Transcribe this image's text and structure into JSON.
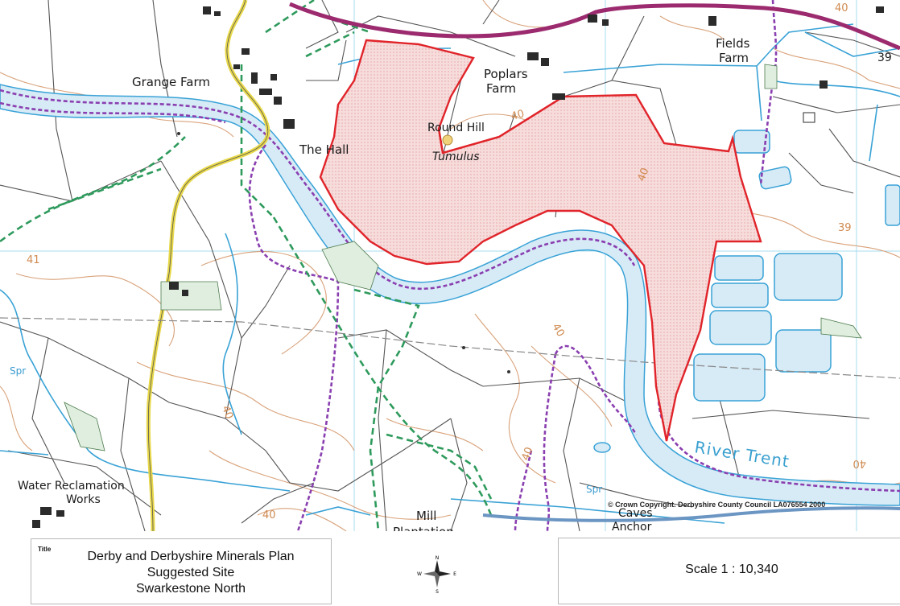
{
  "map": {
    "place_labels": {
      "grange_farm": "Grange Farm",
      "the_hall": "The Hall",
      "round_hill": "Round Hill",
      "tumulus": "Tumulus",
      "poplars": "Poplars",
      "poplars_farm": "Farm",
      "fields": "Fields",
      "fields_farm": "Farm",
      "water_reclamation": "Water Reclamation",
      "works": "Works",
      "mill": "Mill",
      "plantation": "Plantation",
      "caves": "Caves",
      "anchor": "Anchor",
      "river": "River Trent",
      "spr_left": "Spr",
      "spr_bottom": "Spr"
    },
    "contour_labels": {
      "c40_top": "40",
      "c40_site": "40",
      "c40_site_low": "40",
      "c41": "41",
      "c40_left": "40",
      "c40_mid": "40",
      "c40_river": "40",
      "c40_bottom": "40",
      "c40_right": "40",
      "c39_right": "39",
      "c39_top": "39"
    },
    "copyright": "© Crown Copyright. Derbyshire County Council LA076554 2000",
    "colors": {
      "site_outline": "#e0242a",
      "site_fill": "#f6d9d9",
      "water": "#d7ebf7",
      "water_outline": "#39a2d6",
      "footpath": "#8a3fb0",
      "bridleway": "#2e9a5c",
      "road_major": "#9c2a6e",
      "road_minor": "#e8d84a",
      "contour": "#d9a27a"
    }
  },
  "footer": {
    "title_tag": "Title",
    "title_line1": "Derby and Derbyshire Minerals Plan",
    "title_line2": "Suggested Site",
    "title_line3": "Swarkestone North",
    "north_n": "N",
    "north_s": "S",
    "north_e": "E",
    "north_w": "W",
    "scale": "Scale 1 : 10,340"
  }
}
